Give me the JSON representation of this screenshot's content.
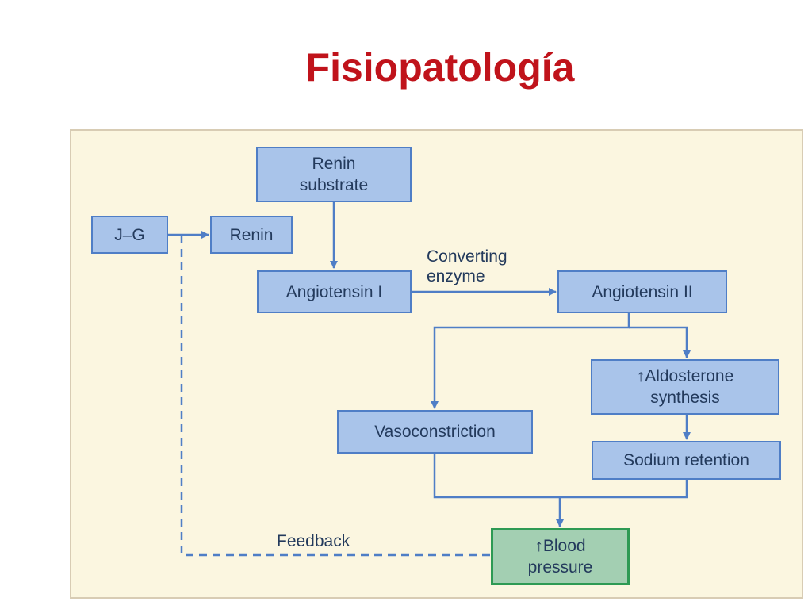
{
  "slide": {
    "title": "Fisiopatología"
  },
  "diagram": {
    "nodes": {
      "renin_substrate": "Renin\nsubstrate",
      "jg": "J–G",
      "renin": "Renin",
      "angiotensin_1": "Angiotensin I",
      "angiotensin_2": "Angiotensin II",
      "aldosterone": "↑Aldosterone\nsynthesis",
      "vasoconstriction": "Vasoconstriction",
      "sodium_retention": "Sodium retention",
      "blood_pressure": "↑Blood\npressure"
    },
    "labels": {
      "converting_enzyme": "Converting\nenzyme",
      "feedback": "Feedback"
    },
    "colors": {
      "box_fill": "#a9c4ea",
      "box_border": "#4f7ec6",
      "result_fill": "#a3cfb2",
      "result_border": "#2e9a54",
      "arrow": "#4f7ec6",
      "panel_bg": "#fbf6e0",
      "title": "#c0131b"
    }
  }
}
